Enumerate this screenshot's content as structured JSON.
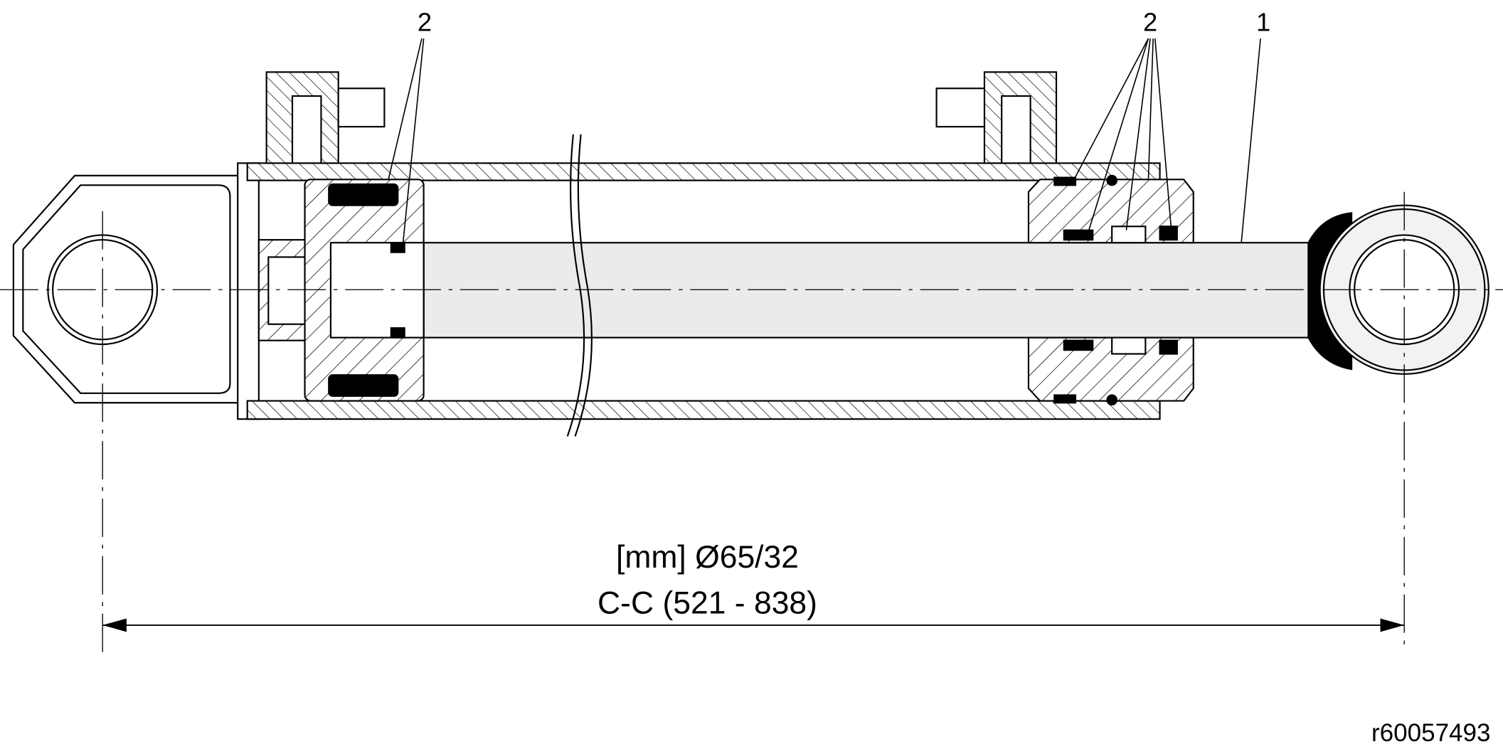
{
  "callouts": {
    "seal_left": "2",
    "seal_right": "2",
    "rod": "1"
  },
  "dimension": {
    "line1": "[mm] Ø65/32",
    "line2": "C-C (521 - 838)"
  },
  "reference_code": "r60057493",
  "colors": {
    "line": "#000000",
    "rod_fill": "#ebebeb",
    "eye_fill": "#f2f2f2"
  }
}
